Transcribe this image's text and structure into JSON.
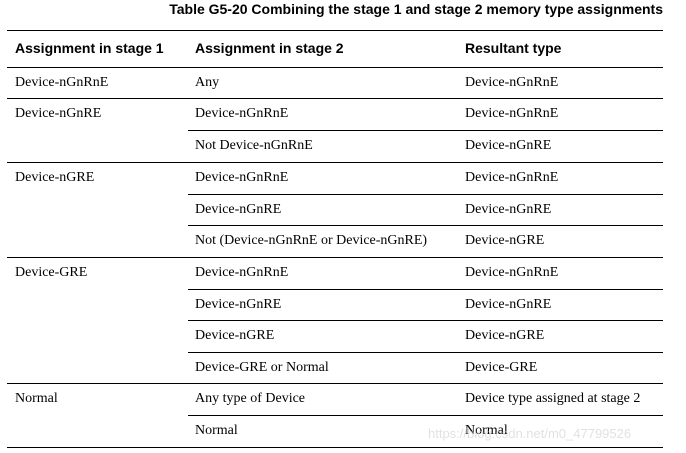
{
  "caption": "Table G5-20 Combining the stage 1 and stage 2 memory type assignments",
  "headers": [
    "Assignment in stage 1",
    "Assignment in stage 2",
    "Resultant type"
  ],
  "rows": [
    {
      "stage1": "Device-nGnRnE",
      "stage2": "Any",
      "result": "Device-nGnRnE"
    },
    {
      "stage1": "Device-nGnRE",
      "stage2": "Device-nGnRnE",
      "result": "Device-nGnRnE"
    },
    {
      "stage1": "",
      "stage2": "Not Device-nGnRnE",
      "result": "Device-nGnRE"
    },
    {
      "stage1": "Device-nGRE",
      "stage2": "Device-nGnRnE",
      "result": "Device-nGnRnE"
    },
    {
      "stage1": "",
      "stage2": "Device-nGnRE",
      "result": "Device-nGnRE"
    },
    {
      "stage1": "",
      "stage2": "Not (Device-nGnRnE or Device-nGnRE)",
      "result": "Device-nGRE"
    },
    {
      "stage1": "Device-GRE",
      "stage2": "Device-nGnRnE",
      "result": "Device-nGnRnE"
    },
    {
      "stage1": "",
      "stage2": "Device-nGnRE",
      "result": "Device-nGnRE"
    },
    {
      "stage1": "",
      "stage2": "Device-nGRE",
      "result": "Device-nGRE"
    },
    {
      "stage1": "",
      "stage2": "Device-GRE or Normal",
      "result": "Device-GRE"
    },
    {
      "stage1": "Normal",
      "stage2": "Any type of Device",
      "result": "Device type assigned at stage 2"
    },
    {
      "stage1": "",
      "stage2": "Normal",
      "result": "Normal"
    }
  ],
  "watermark": "https://blog.csdn.net/m0_47799526"
}
